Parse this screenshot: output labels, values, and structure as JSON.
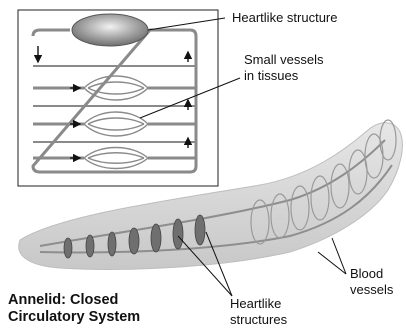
{
  "labels": {
    "heartlike_structure": "Heartlike structure",
    "small_vessels_line1": "Small vessels",
    "small_vessels_line2": "in tissues",
    "blood_vessels_line1": "Blood",
    "blood_vessels_line2": "vessels",
    "heartlike_structures_line1": "Heartlike",
    "heartlike_structures_line2": "structures"
  },
  "title": {
    "line1": "Annelid: Closed",
    "line2": "Circulatory System"
  },
  "colors": {
    "worm_body": "#d6d6d6",
    "heart": "#9a9a9a",
    "vessel": "#8a8a8a",
    "arrow": "#111111",
    "hearts_dark": "#7a7a7a"
  }
}
